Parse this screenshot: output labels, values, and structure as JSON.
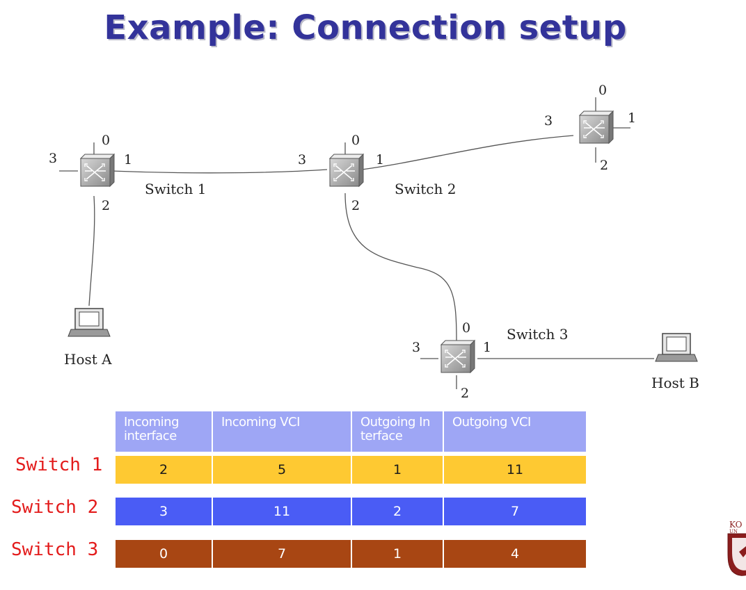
{
  "title": "Example: Connection setup",
  "diagram": {
    "switches": [
      {
        "name": "Switch 1",
        "ports": [
          "0",
          "1",
          "2",
          "3"
        ]
      },
      {
        "name": "Switch 2",
        "ports": [
          "0",
          "1",
          "2",
          "3"
        ]
      },
      {
        "name": "",
        "ports": [
          "0",
          "1",
          "2",
          "3"
        ]
      },
      {
        "name": "Switch 3",
        "ports": [
          "0",
          "1",
          "2",
          "3"
        ]
      }
    ],
    "hosts": [
      "Host A",
      "Host B"
    ]
  },
  "table": {
    "headers": [
      "Incoming\ninterface",
      "Incoming VCI",
      "Outgoing In\nterface",
      "Outgoing VCI"
    ],
    "rows": [
      {
        "label": "Switch 1",
        "values": [
          "2",
          "5",
          "1",
          "11"
        ],
        "color": "#fec932",
        "text_color": "#1a1a1a"
      },
      {
        "label": "Switch 2",
        "values": [
          "3",
          "11",
          "2",
          "7"
        ],
        "color": "#4a5cf5",
        "text_color": "#ffffff"
      },
      {
        "label": "Switch 3",
        "values": [
          "0",
          "7",
          "1",
          "4"
        ],
        "color": "#a84613",
        "text_color": "#ffffff"
      }
    ]
  },
  "colors": {
    "title": "#33339a",
    "row_label": "#e31b1b",
    "header_bg": "#9ea6f5"
  },
  "logo": {
    "text": "KO",
    "subtext": "UN"
  }
}
